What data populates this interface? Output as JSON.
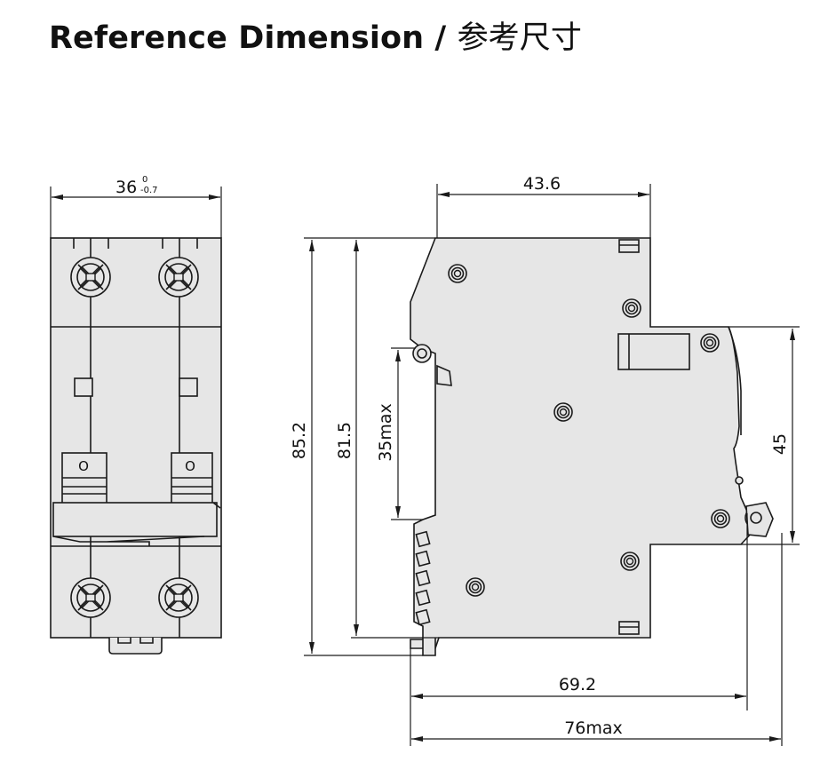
{
  "page": {
    "title_en": "Reference Dimension",
    "title_sep": " / ",
    "title_cn": "参考尺寸"
  },
  "dimensions": {
    "front_width": "36",
    "front_width_tol_upper": "0",
    "front_width_tol_lower": "-0.7",
    "side_depth": "43.6",
    "total_height": "85.2",
    "inner_height": "81.5",
    "rail_height": "35max",
    "front_height": "45",
    "depth_to_front": "69.2",
    "overall_depth": "76max"
  },
  "front_view": {
    "switch_label_left": "O",
    "switch_label_right": "O"
  },
  "colors": {
    "body": "#e6e6e6",
    "line": "#1a1a1a",
    "text": "#111111"
  }
}
